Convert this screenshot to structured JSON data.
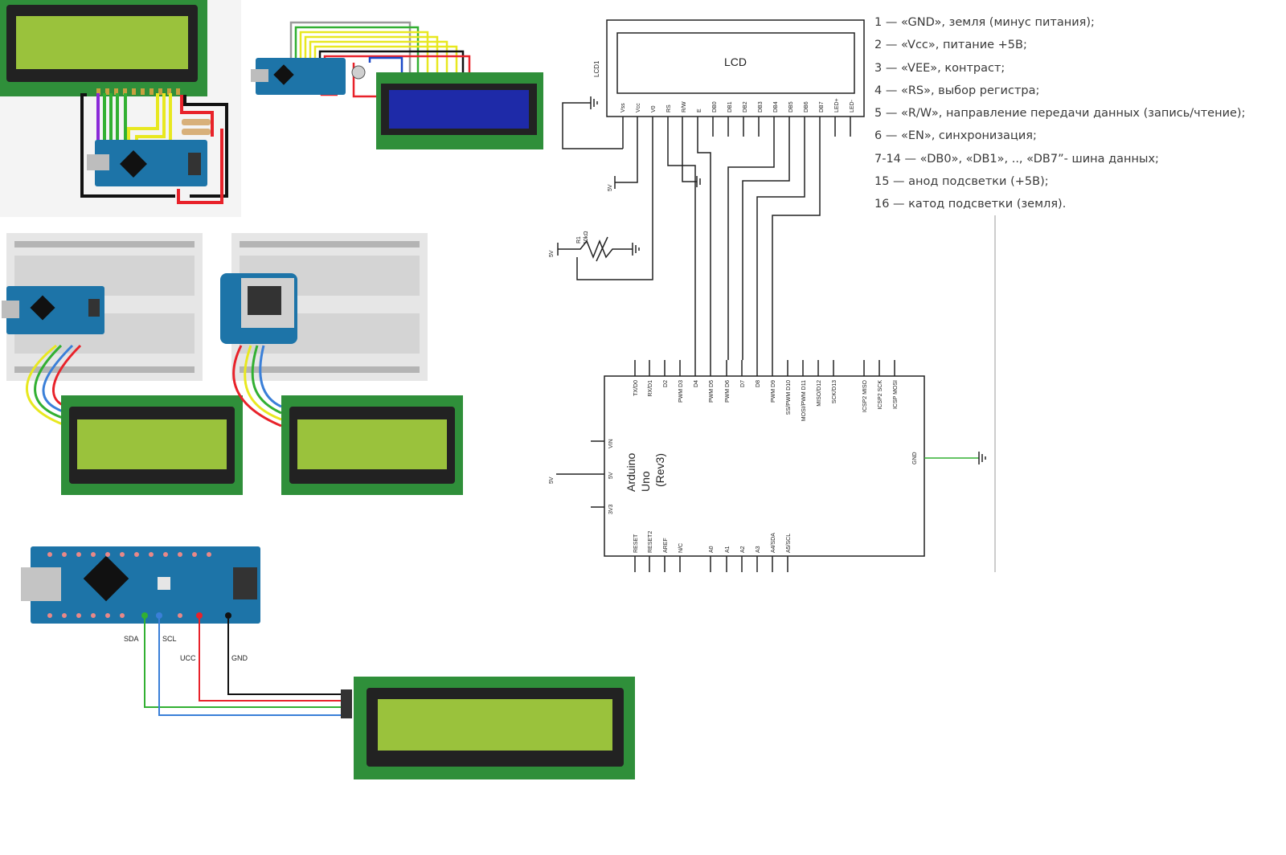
{
  "pin_descriptions": [
    "1 — «GND», земля (минус питания);",
    "2 — «Vcc», питание +5В;",
    "3 — «VEE», контраст;",
    "4 — «RS», выбор регистра;",
    "5 — «R/W», направление передачи данных (запись/чтение);",
    "6 — «EN», синхронизация;",
    "7-14 — «DB0», «DB1», .., «DB7”- шина данных;",
    "15 — анод подсветки (+5В);",
    "16 — катод подсветки (земля)."
  ],
  "schematic": {
    "lcd_label": "LCD",
    "lcd_ref": "LCD1",
    "lcd_pins": [
      "Vss",
      "Vcc",
      "V0",
      "RS",
      "R/W",
      "E",
      "DB0",
      "DB1",
      "DB2",
      "DB3",
      "DB4",
      "DB5",
      "DB6",
      "DB7",
      "LED+",
      "LED-"
    ],
    "supply_label": "5V",
    "resistor_ref": "R1",
    "resistor_value": "10kΩ",
    "arduino_name": [
      "Arduino",
      "Uno",
      "(Rev3)"
    ],
    "arduino_top_pins": [
      "TX/D0",
      "RX/D1",
      "D2",
      "PWM D3",
      "D4",
      "PWM D5",
      "PWM D6",
      "D7",
      "D8",
      "PWM D9",
      "SS/PWM D10",
      "MOSI/PWM D11",
      "MISO/D12",
      "SCK/D13",
      "ICSP2 MISO",
      "ICSP2 SCK",
      "ICSP MOSI"
    ],
    "arduino_left_pins": [
      "VIN",
      "5V",
      "3V3"
    ],
    "arduino_right_pin": "GND",
    "arduino_bottom_pins": [
      "RESET",
      "RESET2",
      "AREF",
      "N/C",
      "A0",
      "A1",
      "A2",
      "A3",
      "A4/SDA",
      "A5/SCL"
    ]
  },
  "i2c_wiring": {
    "labels": [
      "SDA",
      "SCL",
      "UCC",
      "GND"
    ]
  },
  "colors": {
    "pcb_green": "#2f8f3a",
    "lcd_yellow": "#9ac23c",
    "lcd_blue": "#1e2aa8",
    "nano_blue": "#1d74a8",
    "wire_red": "#e8222a",
    "wire_green": "#32b032",
    "wire_blue": "#3a7fd8",
    "wire_black": "#111111",
    "wire_yellow": "#e8e820",
    "wire_purple": "#8a2ad8"
  }
}
